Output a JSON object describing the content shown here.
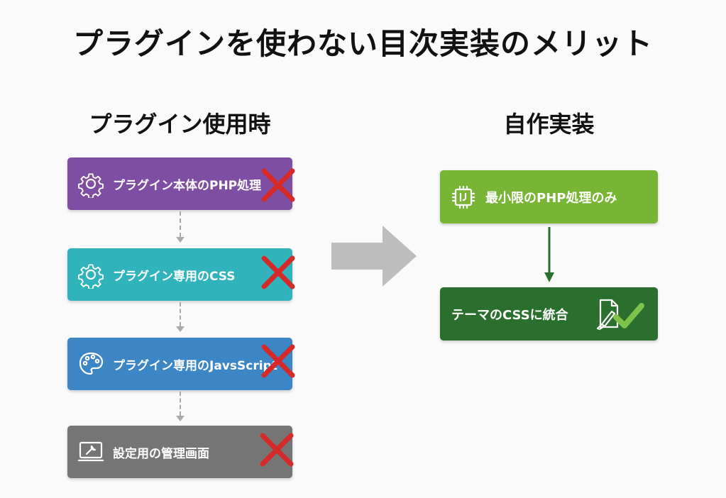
{
  "title": "プラグインを使わない目次実装のメリット",
  "left": {
    "heading": "プラグイン使用時",
    "items": [
      {
        "label": "プラグイン本体のPHP処理",
        "icon": "gear-icon",
        "color": "#7e4ea3"
      },
      {
        "label": "プラグイン専用のCSS",
        "icon": "gear-icon",
        "color": "#31b3bb"
      },
      {
        "label": "プラグイン専用のJavsScript",
        "icon": "palette-icon",
        "color": "#3c86c6"
      },
      {
        "label": "設定用の管理画面",
        "icon": "monitor-wrench-icon",
        "color": "#757575"
      }
    ]
  },
  "right": {
    "heading": "自作実装",
    "items": [
      {
        "label": "最小限のPHP処理のみ",
        "icon": "chip-icon",
        "color": "#78b535"
      },
      {
        "label": "テーマのCSSに統合",
        "icon": "document-brush-icon",
        "color": "#2a6f2e"
      }
    ]
  },
  "colors": {
    "cross": "#d42a2a",
    "check": "#7ec24a",
    "big_arrow": "#bdbdbd",
    "connector": "#a9a9a9",
    "right_connector": "#2a6f2e"
  }
}
